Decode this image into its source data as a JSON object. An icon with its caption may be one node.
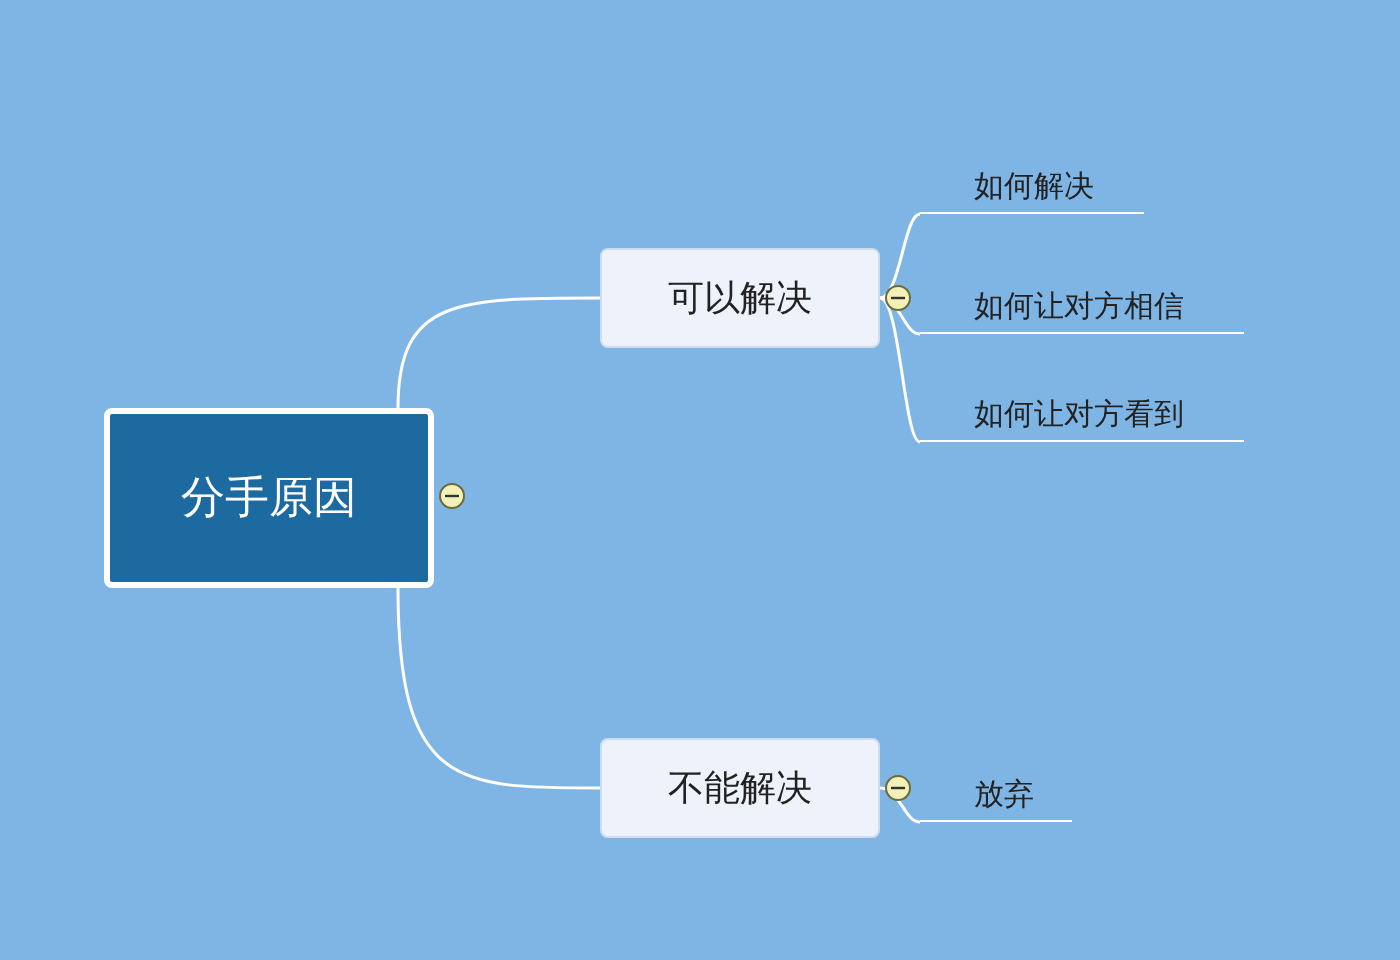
{
  "diagram": {
    "nodes": [
      {
        "text": [
          "分手原因"
        ]
      },
      {
        "text": [
          "可以解决"
        ]
      },
      {
        "text": [
          "不能解决"
        ]
      },
      {
        "text": [
          "如何解决"
        ]
      },
      {
        "text": [
          "如何让对方相信"
        ]
      },
      {
        "text": [
          "如何让对方看到"
        ]
      },
      {
        "text": [
          "放弃"
        ]
      }
    ],
    "edges": [
      {
        "from": 0,
        "to": 1,
        "arrow": "none"
      },
      {
        "from": 0,
        "to": 2,
        "arrow": "none"
      },
      {
        "from": 1,
        "to": 3,
        "arrow": "none"
      },
      {
        "from": 1,
        "to": 4,
        "arrow": "none"
      },
      {
        "from": 1,
        "to": 5,
        "arrow": "none"
      },
      {
        "from": 2,
        "to": 6,
        "arrow": "none"
      }
    ]
  }
}
